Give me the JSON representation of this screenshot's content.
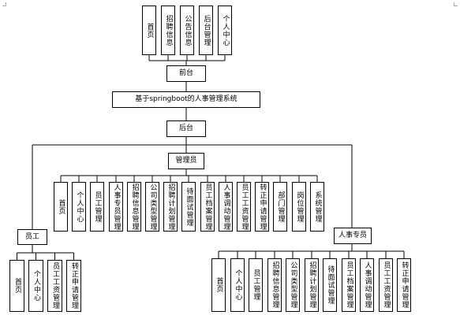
{
  "diagram": {
    "system_title": "基于springboot的人事管理系统",
    "frontend": {
      "label": "前台",
      "modules": [
        "首页",
        "招聘信息",
        "公告信息",
        "后台管理",
        "个人中心"
      ]
    },
    "backend": {
      "label": "后台",
      "admin": {
        "label": "管理员",
        "modules": [
          "首页",
          "个人中心",
          "员工管理",
          "人事专员管理",
          "招聘信息管理",
          "公司类型管理",
          "招聘计划管理",
          "待面试管理",
          "员工档案管理",
          "人事调动管理",
          "员工工资管理",
          "转正申请管理",
          "部门管理",
          "岗位管理",
          "系统管理"
        ]
      },
      "employee": {
        "label": "员工",
        "modules": [
          "首页",
          "个人中心",
          "员工工资管理",
          "转正申请管理"
        ]
      },
      "hr": {
        "label": "人事专员",
        "modules": [
          "首页",
          "个人中心",
          "员工管理",
          "招聘信息管理",
          "公司类型管理",
          "招聘计划管理",
          "待面试管理",
          "员工档案管理",
          "人事调动管理",
          "员工工资管理",
          "转正申请管理"
        ]
      }
    }
  }
}
